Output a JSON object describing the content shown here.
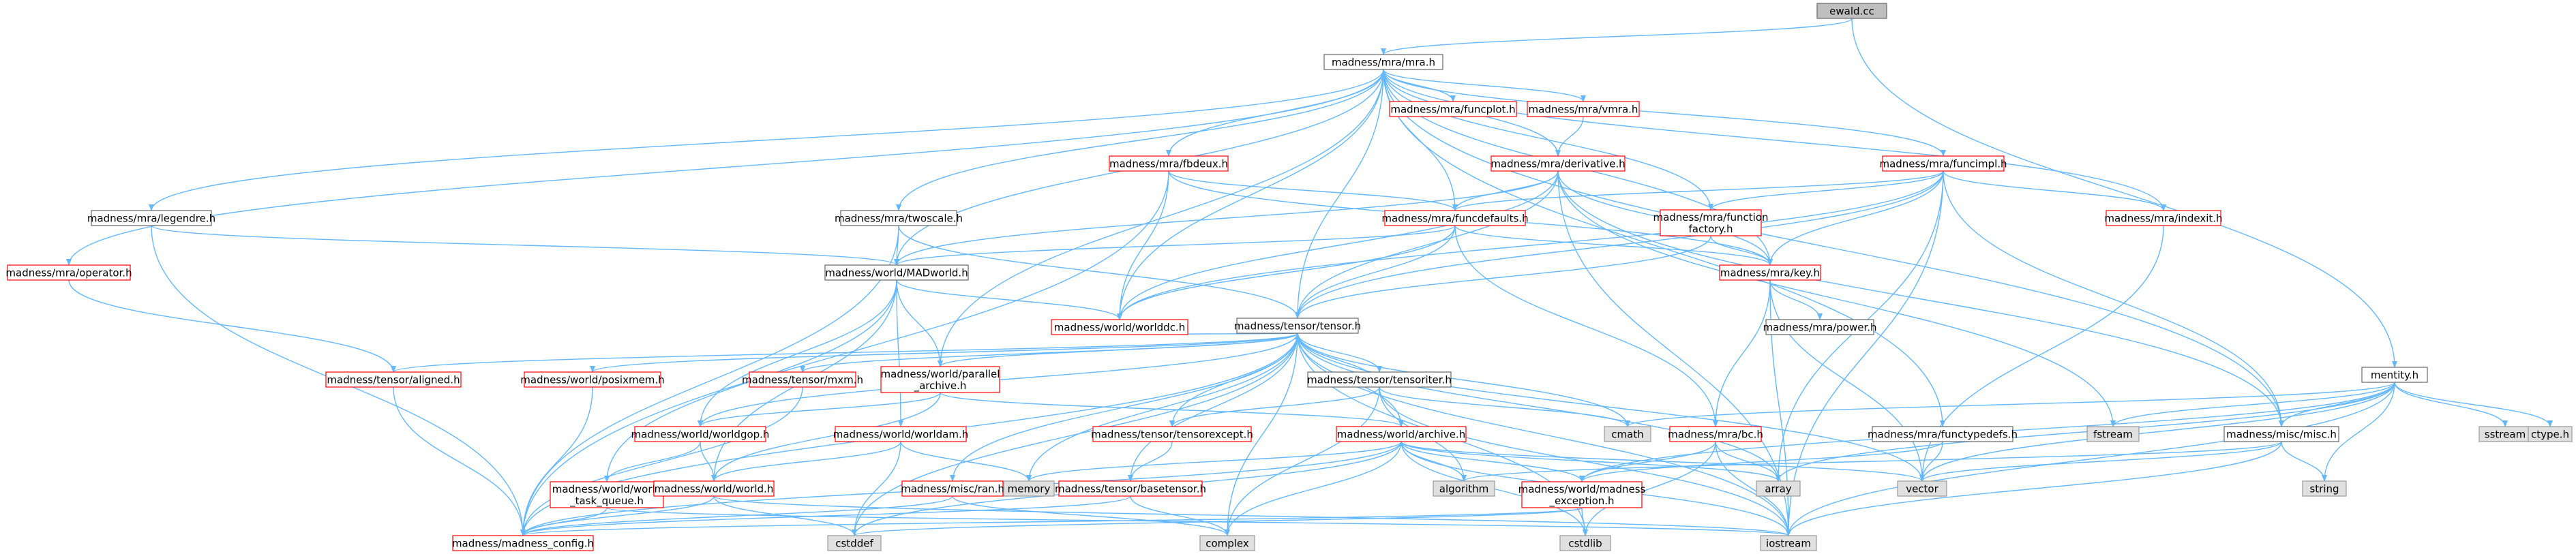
{
  "colors": {
    "edge": "#63b8ff",
    "root_fill": "#bfbfbf",
    "root_border": "#666666",
    "normal_border": "#666666",
    "problem_border": "#ff0000",
    "system_fill": "#e0e0e0",
    "system_border": "#999999",
    "node_fill": "#ffffff",
    "text": "#000000"
  },
  "nodes": [
    {
      "id": "ewald",
      "label": "ewald.cc",
      "kind": "root"
    },
    {
      "id": "mra",
      "label": "madness/mra/mra.h",
      "kind": "normal"
    },
    {
      "id": "mentity",
      "label": "mentity.h",
      "kind": "normal"
    },
    {
      "id": "funcplot",
      "label": "madness/mra/funcplot.h",
      "kind": "problem"
    },
    {
      "id": "vmra",
      "label": "madness/mra/vmra.h",
      "kind": "problem"
    },
    {
      "id": "fbdeux",
      "label": "madness/mra/fbdeux.h",
      "kind": "problem"
    },
    {
      "id": "derivative",
      "label": "madness/mra/derivative.h",
      "kind": "problem"
    },
    {
      "id": "funcimpl",
      "label": "madness/mra/funcimpl.h",
      "kind": "problem"
    },
    {
      "id": "legendre",
      "label": "madness/mra/legendre.h",
      "kind": "normal"
    },
    {
      "id": "twoscale",
      "label": "madness/mra/twoscale.h",
      "kind": "normal"
    },
    {
      "id": "funcdefaults",
      "label": "madness/mra/funcdefaults.h",
      "kind": "problem"
    },
    {
      "id": "funcfactory",
      "label": "madness/mra/function\nfactory.h",
      "kind": "problem"
    },
    {
      "id": "indexit",
      "label": "madness/mra/indexit.h",
      "kind": "problem"
    },
    {
      "id": "operator",
      "label": "madness/mra/operator.h",
      "kind": "problem"
    },
    {
      "id": "madworld",
      "label": "madness/world/MADworld.h",
      "kind": "normal"
    },
    {
      "id": "key",
      "label": "madness/mra/key.h",
      "kind": "problem"
    },
    {
      "id": "worlddc",
      "label": "madness/world/worlddc.h",
      "kind": "problem"
    },
    {
      "id": "tensor",
      "label": "madness/tensor/tensor.h",
      "kind": "normal"
    },
    {
      "id": "power",
      "label": "madness/mra/power.h",
      "kind": "normal"
    },
    {
      "id": "aligned",
      "label": "madness/tensor/aligned.h",
      "kind": "problem"
    },
    {
      "id": "posixmem",
      "label": "madness/world/posixmem.h",
      "kind": "problem"
    },
    {
      "id": "mxm",
      "label": "madness/tensor/mxm.h",
      "kind": "problem"
    },
    {
      "id": "parallel",
      "label": "madness/world/parallel\n_archive.h",
      "kind": "problem"
    },
    {
      "id": "tensoriter",
      "label": "madness/tensor/tensoriter.h",
      "kind": "normal"
    },
    {
      "id": "worldgop",
      "label": "madness/world/worldgop.h",
      "kind": "problem"
    },
    {
      "id": "worldam",
      "label": "madness/world/worldam.h",
      "kind": "problem"
    },
    {
      "id": "tensorexcept",
      "label": "madness/tensor/tensorexcept.h",
      "kind": "problem"
    },
    {
      "id": "archive",
      "label": "madness/world/archive.h",
      "kind": "problem"
    },
    {
      "id": "bc",
      "label": "madness/mra/bc.h",
      "kind": "problem"
    },
    {
      "id": "functypedefs",
      "label": "madness/mra/functypedefs.h",
      "kind": "normal"
    },
    {
      "id": "miscmisc",
      "label": "madness/misc/misc.h",
      "kind": "normal"
    },
    {
      "id": "cmath",
      "label": "cmath",
      "kind": "system"
    },
    {
      "id": "fstream",
      "label": "fstream",
      "kind": "system"
    },
    {
      "id": "sstream",
      "label": "sstream",
      "kind": "system"
    },
    {
      "id": "ctype",
      "label": "ctype.h",
      "kind": "system"
    },
    {
      "id": "worldtq",
      "label": "madness/world/world\n_task_queue.h",
      "kind": "problem"
    },
    {
      "id": "world",
      "label": "madness/world/world.h",
      "kind": "problem"
    },
    {
      "id": "ran",
      "label": "madness/misc/ran.h",
      "kind": "problem"
    },
    {
      "id": "basetensor",
      "label": "madness/tensor/basetensor.h",
      "kind": "problem"
    },
    {
      "id": "memory",
      "label": "memory",
      "kind": "system"
    },
    {
      "id": "algorithm",
      "label": "algorithm",
      "kind": "system"
    },
    {
      "id": "array",
      "label": "array",
      "kind": "system"
    },
    {
      "id": "madexc",
      "label": "madness/world/madness\n_exception.h",
      "kind": "problem"
    },
    {
      "id": "vector",
      "label": "vector",
      "kind": "system"
    },
    {
      "id": "string",
      "label": "string",
      "kind": "system"
    },
    {
      "id": "config",
      "label": "madness/madness_config.h",
      "kind": "problem"
    },
    {
      "id": "cstddef",
      "label": "cstddef",
      "kind": "system"
    },
    {
      "id": "complex",
      "label": "complex",
      "kind": "system"
    },
    {
      "id": "cstdlib",
      "label": "cstdlib",
      "kind": "system"
    },
    {
      "id": "iostream",
      "label": "iostream",
      "kind": "system"
    }
  ],
  "edges": [
    [
      "ewald",
      "mra"
    ],
    [
      "ewald",
      "mentity"
    ],
    [
      "mra",
      "funcplot"
    ],
    [
      "mra",
      "vmra"
    ],
    [
      "mra",
      "fbdeux"
    ],
    [
      "mra",
      "derivative"
    ],
    [
      "mra",
      "funcimpl"
    ],
    [
      "mra",
      "legendre"
    ],
    [
      "mra",
      "twoscale"
    ],
    [
      "mra",
      "funcdefaults"
    ],
    [
      "mra",
      "funcfactory"
    ],
    [
      "mra",
      "indexit"
    ],
    [
      "mra",
      "operator"
    ],
    [
      "mra",
      "madworld"
    ],
    [
      "mra",
      "key"
    ],
    [
      "mra",
      "worlddc"
    ],
    [
      "mra",
      "tensor"
    ],
    [
      "mra",
      "functypedefs"
    ],
    [
      "mra",
      "miscmisc"
    ],
    [
      "mra",
      "parallel"
    ],
    [
      "vmra",
      "derivative"
    ],
    [
      "fbdeux",
      "funcdefaults"
    ],
    [
      "fbdeux",
      "key"
    ],
    [
      "fbdeux",
      "worlddc"
    ],
    [
      "fbdeux",
      "config"
    ],
    [
      "derivative",
      "funcdefaults"
    ],
    [
      "derivative",
      "key"
    ],
    [
      "derivative",
      "tensor"
    ],
    [
      "derivative",
      "madworld"
    ],
    [
      "derivative",
      "worlddc"
    ],
    [
      "derivative",
      "miscmisc"
    ],
    [
      "derivative",
      "fstream"
    ],
    [
      "derivative",
      "iostream"
    ],
    [
      "funcimpl",
      "funcdefaults"
    ],
    [
      "funcimpl",
      "funcfactory"
    ],
    [
      "funcimpl",
      "key"
    ],
    [
      "funcimpl",
      "indexit"
    ],
    [
      "funcimpl",
      "miscmisc"
    ],
    [
      "funcimpl",
      "tensor"
    ],
    [
      "funcimpl",
      "array"
    ],
    [
      "funcimpl",
      "iostream"
    ],
    [
      "funcimpl",
      "worlddc"
    ],
    [
      "legendre",
      "madworld"
    ],
    [
      "legendre",
      "config"
    ],
    [
      "twoscale",
      "madworld"
    ],
    [
      "twoscale",
      "tensor"
    ],
    [
      "twoscale",
      "config"
    ],
    [
      "funcdefaults",
      "key"
    ],
    [
      "funcdefaults",
      "tensor"
    ],
    [
      "funcdefaults",
      "madworld"
    ],
    [
      "funcdefaults",
      "worlddc"
    ],
    [
      "funcdefaults",
      "bc"
    ],
    [
      "funcfactory",
      "key"
    ],
    [
      "funcfactory",
      "tensor"
    ],
    [
      "indexit",
      "vector"
    ],
    [
      "operator",
      "aligned"
    ],
    [
      "madworld",
      "worlddc"
    ],
    [
      "madworld",
      "world"
    ],
    [
      "madworld",
      "worldgop"
    ],
    [
      "madworld",
      "worldam"
    ],
    [
      "madworld",
      "worldtq"
    ],
    [
      "madworld",
      "parallel"
    ],
    [
      "key",
      "power"
    ],
    [
      "key",
      "bc"
    ],
    [
      "key",
      "vector"
    ],
    [
      "key",
      "iostream"
    ],
    [
      "worlddc",
      "tensor"
    ],
    [
      "tensor",
      "aligned"
    ],
    [
      "tensor",
      "posixmem"
    ],
    [
      "tensor",
      "mxm"
    ],
    [
      "tensor",
      "parallel"
    ],
    [
      "tensor",
      "tensoriter"
    ],
    [
      "tensor",
      "tensorexcept"
    ],
    [
      "tensor",
      "archive"
    ],
    [
      "tensor",
      "ran"
    ],
    [
      "tensor",
      "basetensor"
    ],
    [
      "tensor",
      "cmath"
    ],
    [
      "tensor",
      "memory"
    ],
    [
      "tensor",
      "array"
    ],
    [
      "tensor",
      "vector"
    ],
    [
      "tensor",
      "complex"
    ],
    [
      "tensor",
      "cstdlib"
    ],
    [
      "tensor",
      "cstddef"
    ],
    [
      "tensor",
      "config"
    ],
    [
      "tensor",
      "iostream"
    ],
    [
      "tensor",
      "worldgop"
    ],
    [
      "aligned",
      "config"
    ],
    [
      "posixmem",
      "config"
    ],
    [
      "mxm",
      "config"
    ],
    [
      "parallel",
      "archive"
    ],
    [
      "parallel",
      "worldgop"
    ],
    [
      "parallel",
      "world"
    ],
    [
      "tensoriter",
      "tensor"
    ],
    [
      "tensoriter",
      "tensorexcept"
    ],
    [
      "tensoriter",
      "cmath"
    ],
    [
      "tensoriter",
      "complex"
    ],
    [
      "tensoriter",
      "algorithm"
    ],
    [
      "tensoriter",
      "iostream"
    ],
    [
      "worldgop",
      "world"
    ],
    [
      "worldgop",
      "worldtq"
    ],
    [
      "worldam",
      "world"
    ],
    [
      "worldam",
      "memory"
    ],
    [
      "worldam",
      "cstddef"
    ],
    [
      "tensorexcept",
      "basetensor"
    ],
    [
      "archive",
      "madexc"
    ],
    [
      "archive",
      "config"
    ],
    [
      "archive",
      "algorithm"
    ],
    [
      "archive",
      "array"
    ],
    [
      "archive",
      "complex"
    ],
    [
      "archive",
      "cstddef"
    ],
    [
      "archive",
      "cstdlib"
    ],
    [
      "archive",
      "iostream"
    ],
    [
      "archive",
      "memory"
    ],
    [
      "archive",
      "vector"
    ],
    [
      "bc",
      "madexc"
    ],
    [
      "bc",
      "array"
    ],
    [
      "bc",
      "iostream"
    ],
    [
      "bc",
      "cstdlib"
    ],
    [
      "functypedefs",
      "vector"
    ],
    [
      "functypedefs",
      "madexc"
    ],
    [
      "miscmisc",
      "string"
    ],
    [
      "miscmisc",
      "iostream"
    ],
    [
      "miscmisc",
      "vector"
    ],
    [
      "miscmisc",
      "algorithm"
    ],
    [
      "mentity",
      "cmath"
    ],
    [
      "mentity",
      "fstream"
    ],
    [
      "mentity",
      "sstream"
    ],
    [
      "mentity",
      "ctype"
    ],
    [
      "mentity",
      "string"
    ],
    [
      "mentity",
      "miscmisc"
    ],
    [
      "mentity",
      "vector"
    ],
    [
      "mentity",
      "iostream"
    ],
    [
      "mentity",
      "madexc"
    ],
    [
      "mentity",
      "array"
    ],
    [
      "worldtq",
      "config"
    ],
    [
      "worldtq",
      "iostream"
    ],
    [
      "world",
      "config"
    ],
    [
      "world",
      "cstddef"
    ],
    [
      "world",
      "iostream"
    ],
    [
      "ran",
      "config"
    ],
    [
      "ran",
      "complex"
    ],
    [
      "basetensor",
      "complex"
    ],
    [
      "basetensor",
      "config"
    ],
    [
      "madexc",
      "cstddef"
    ],
    [
      "madexc",
      "cstdlib"
    ],
    [
      "madexc",
      "config"
    ]
  ]
}
